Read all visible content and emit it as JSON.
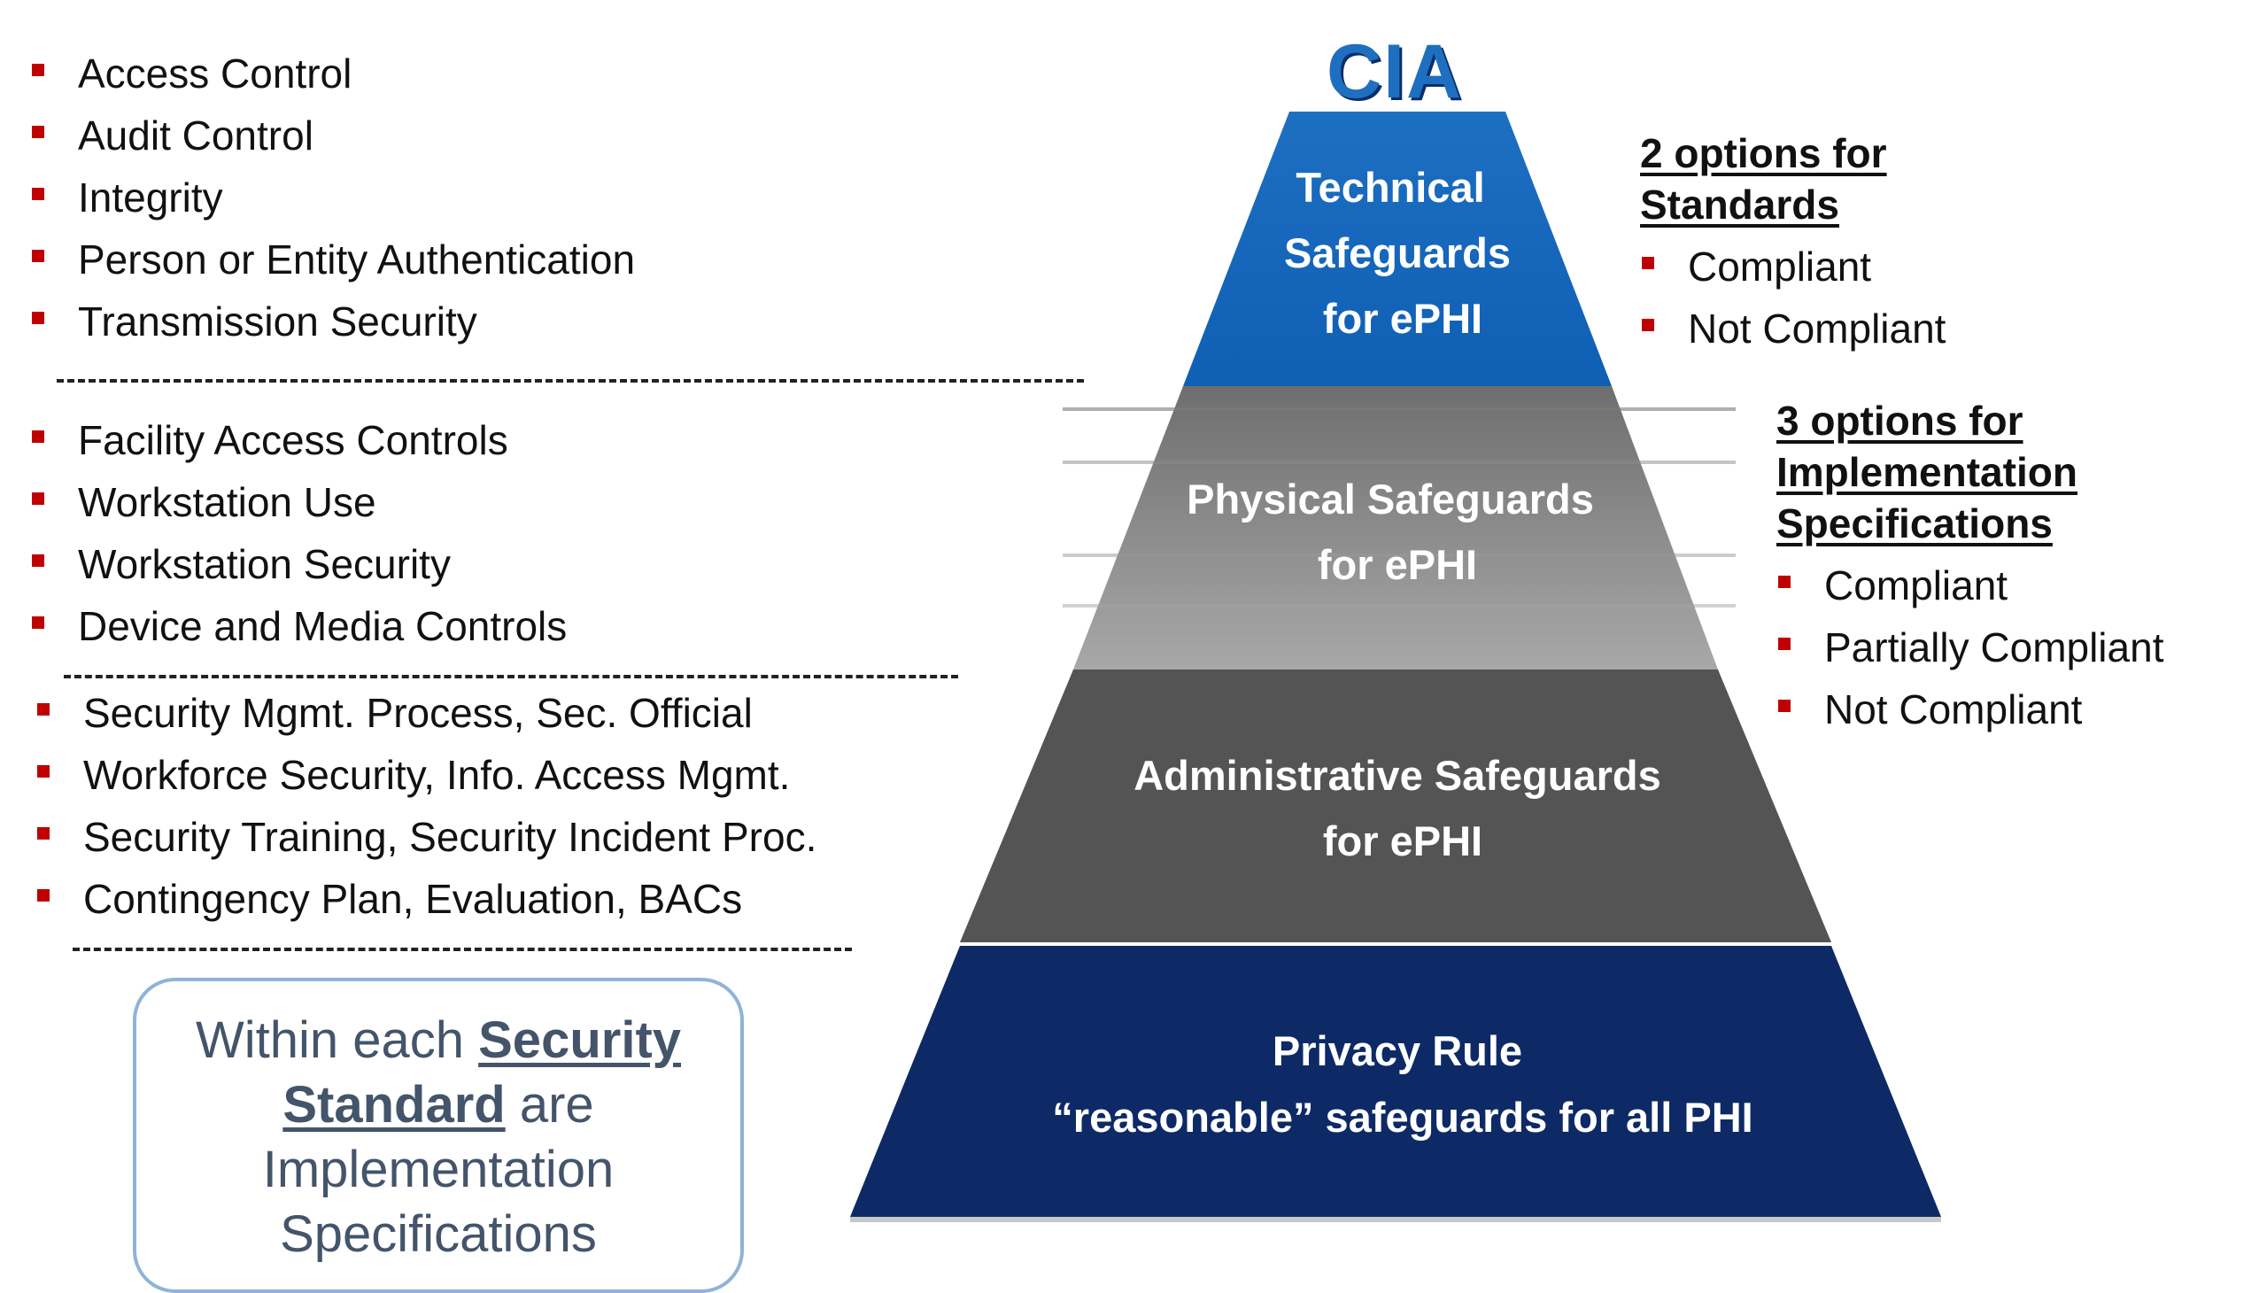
{
  "technical_list": [
    "Access Control",
    "Audit Control",
    "Integrity",
    "Person or Entity Authentication",
    "Transmission Security"
  ],
  "physical_list": [
    "Facility Access Controls",
    "Workstation Use",
    "Workstation Security",
    "Device and Media Controls"
  ],
  "administrative_list": [
    "Security Mgmt. Process, Sec. Official",
    "Workforce Security, Info. Access Mgmt.",
    "Security Training, Security Incident Proc.",
    "Contingency Plan, Evaluation, BACs"
  ],
  "callout": {
    "part1": "Within each ",
    "strong": "Security Standard",
    "part2": " are Implementation Specifications",
    "line1a": "Within each",
    "line1b": "Security",
    "line2a": "Standard",
    "line2b": "are",
    "line3": "Implementation",
    "line4": "Specifications"
  },
  "pyramid": {
    "top_label": "CIA",
    "tiers": [
      {
        "name": "technical",
        "lines": [
          "Technical",
          "Safeguards",
          "for ePHI"
        ],
        "color": "#1f72c4"
      },
      {
        "name": "physical",
        "lines": [
          "Physical Safeguards",
          "for ePHI"
        ],
        "color": "#8a8a8a"
      },
      {
        "name": "administrative",
        "lines": [
          "Administrative Safeguards",
          "for ePHI"
        ],
        "color": "#545454"
      },
      {
        "name": "privacy",
        "lines": [
          "Privacy Rule",
          "“reasonable” safeguards for all PHI"
        ],
        "color": "#0d2a66"
      }
    ]
  },
  "standards_options": {
    "title_line1": "2 options for",
    "title_line2": "Standards",
    "items": [
      "Compliant",
      "Not Compliant"
    ]
  },
  "impl_options": {
    "title_line1": "3 options for",
    "title_line2": "Implementation",
    "title_line3": "Specifications",
    "items": [
      "Compliant",
      "Partially Compliant",
      "Not Compliant"
    ]
  },
  "colors": {
    "bullet": "#c00000",
    "callout_border": "#8fb3d8",
    "callout_text": "#44546a"
  }
}
